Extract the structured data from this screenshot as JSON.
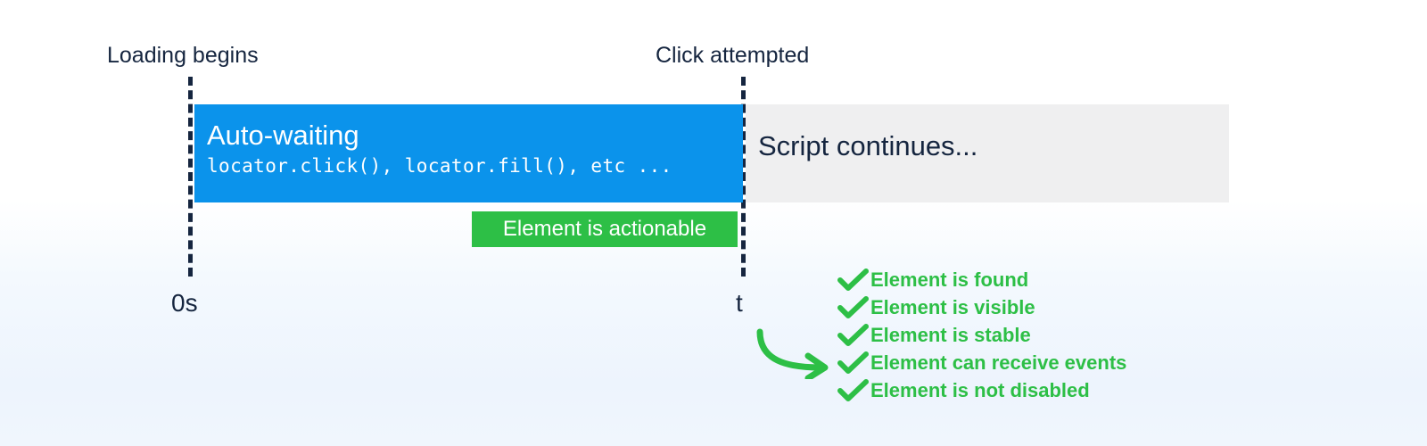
{
  "timeline": {
    "start_label": "Loading begins",
    "end_label": "Click attempted",
    "start_tick": "0s",
    "end_tick": "t"
  },
  "bars": {
    "auto_waiting": {
      "title": "Auto-waiting",
      "subtitle": "locator.click(), locator.fill(), etc ...",
      "color": "#0b93eb"
    },
    "script_continues": {
      "title": "Script continues...",
      "color": "#efeff0"
    }
  },
  "badge": {
    "label": "Element is actionable",
    "color": "#2dbf46"
  },
  "checklist": {
    "icon": "check-icon",
    "color": "#2dbf46",
    "items": [
      {
        "label": "Element is found"
      },
      {
        "label": "Element is visible"
      },
      {
        "label": "Element is stable"
      },
      {
        "label": "Element can receive events"
      },
      {
        "label": "Element is not disabled"
      }
    ]
  },
  "arrow": {
    "icon": "curved-arrow-icon",
    "color": "#2dbf46"
  },
  "colors": {
    "text_dark": "#15253f",
    "accent_blue": "#0b93eb",
    "accent_green": "#2dbf46",
    "neutral_gray": "#efeff0"
  }
}
